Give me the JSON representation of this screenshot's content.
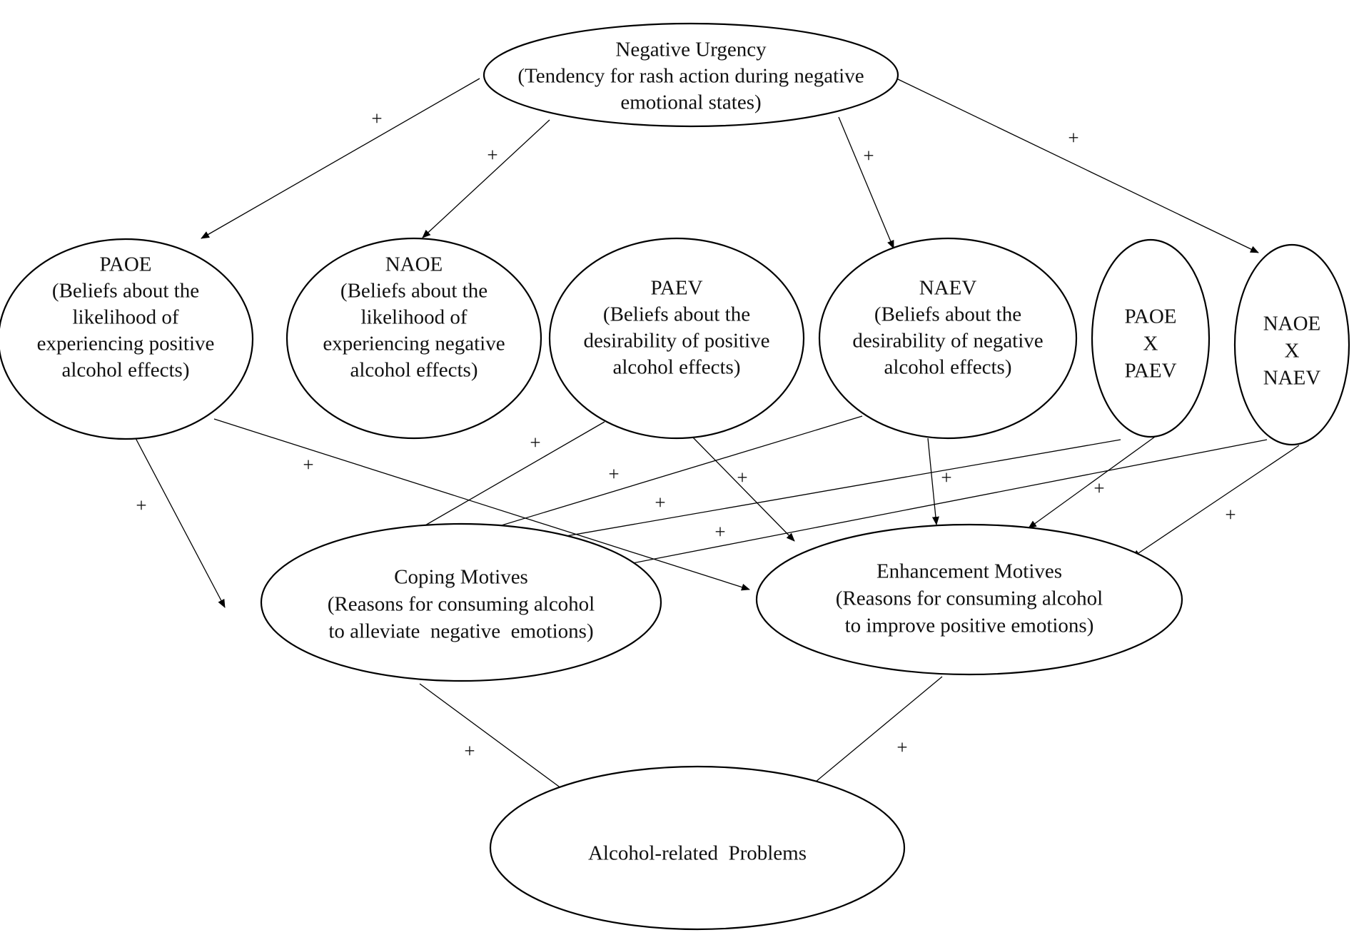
{
  "nodes": [
    {
      "id": "negative-urgency",
      "lines": [
        "Negative Urgency",
        "(Tendency for rash action during negative",
        "emotional states)"
      ]
    },
    {
      "id": "paoe",
      "lines": [
        "PAOE",
        "(Beliefs about the",
        "likelihood of",
        "experiencing positive",
        "alcohol effects)"
      ]
    },
    {
      "id": "naoe",
      "lines": [
        "NAOE",
        "(Beliefs about the",
        "likelihood of",
        "experiencing negative",
        "alcohol effects)"
      ]
    },
    {
      "id": "paev",
      "lines": [
        "PAEV",
        "(Beliefs about the",
        "desirability of positive",
        "alcohol effects)"
      ]
    },
    {
      "id": "naev",
      "lines": [
        "NAEV",
        "(Beliefs about the",
        "desirability of negative",
        "alcohol effects)"
      ]
    },
    {
      "id": "paoe-x-paev",
      "lines": [
        "PAOE",
        "X",
        "PAEV"
      ]
    },
    {
      "id": "naoe-x-naev",
      "lines": [
        "NAOE",
        "X",
        "NAEV"
      ]
    },
    {
      "id": "coping-motives",
      "lines": [
        "Coping Motives",
        "(Reasons for consuming alcohol",
        "to alleviate  negative  emotions)"
      ]
    },
    {
      "id": "enhancement-motives",
      "lines": [
        "Enhancement Motives",
        "(Reasons for consuming alcohol",
        "to improve positive emotions)"
      ]
    },
    {
      "id": "alcohol-related-problems",
      "lines": [
        "Alcohol-related  Problems"
      ]
    }
  ],
  "edges": [
    {
      "from": "negative-urgency",
      "to": "paoe",
      "sign": "+"
    },
    {
      "from": "negative-urgency",
      "to": "naoe",
      "sign": "+"
    },
    {
      "from": "negative-urgency",
      "to": "naev",
      "sign": "+"
    },
    {
      "from": "negative-urgency",
      "to": "naoe-x-naev",
      "sign": "+"
    },
    {
      "from": "paoe",
      "to": "coping-motives",
      "sign": "+"
    },
    {
      "from": "paoe",
      "to": "enhancement-motives",
      "sign": "+"
    },
    {
      "from": "paev",
      "to": "coping-motives",
      "sign": "+"
    },
    {
      "from": "paev",
      "to": "enhancement-motives",
      "sign": "+"
    },
    {
      "from": "naev",
      "to": "coping-motives",
      "sign": "+"
    },
    {
      "from": "naev",
      "to": "enhancement-motives",
      "sign": "+"
    },
    {
      "from": "paoe-x-paev",
      "to": "coping-motives",
      "sign": "+"
    },
    {
      "from": "paoe-x-paev",
      "to": "enhancement-motives",
      "sign": "+"
    },
    {
      "from": "naoe-x-naev",
      "to": "coping-motives",
      "sign": "+"
    },
    {
      "from": "naoe-x-naev",
      "to": "enhancement-motives",
      "sign": "+"
    },
    {
      "from": "coping-motives",
      "to": "alcohol-related-problems",
      "sign": "+"
    },
    {
      "from": "enhancement-motives",
      "to": "alcohol-related-problems",
      "sign": "+"
    }
  ]
}
